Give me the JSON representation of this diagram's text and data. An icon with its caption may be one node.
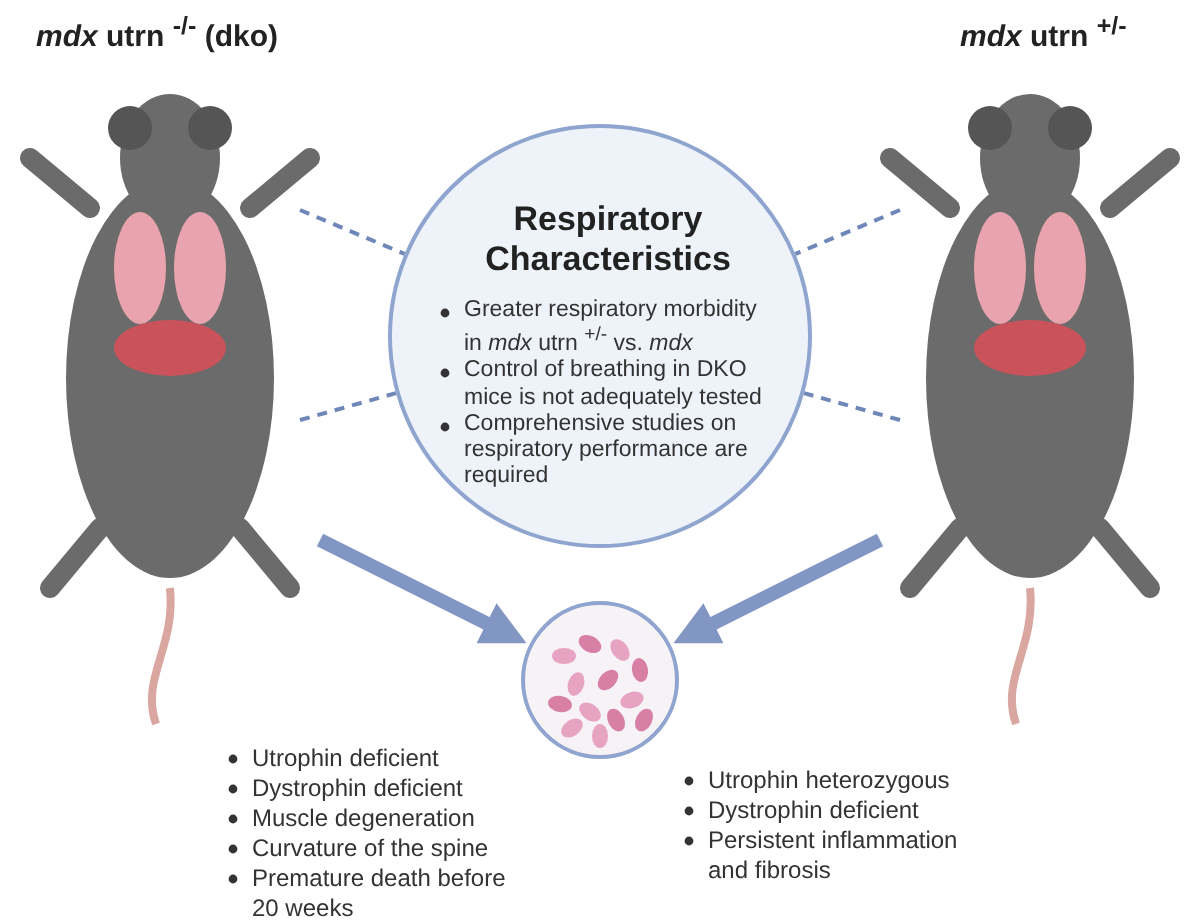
{
  "diagram": {
    "nodes": [
      {
        "text": [
          "*mdx* utrn $^{-/-}$ (dko)"
        ]
      },
      {
        "text": [
          "Respiratory Characteristics",
          "Greater respiratory morbidity in *mdx* utrn $^{+/-}$ vs. *mdx*",
          "Control of breathing in DKO mice is not adequately tested",
          "Comprehensive studies on respiratory performance are required"
        ]
      },
      {
        "text": [
          "*mdx* utrn $^{+/-}$"
        ]
      },
      {
        "text": [],
        "shape": "picture"
      }
    ],
    "edges": [
      {
        "from": 0,
        "to": 1,
        "arrow": "none",
        "style": "dashed"
      },
      {
        "from": 0,
        "to": 1,
        "arrow": "none",
        "style": "dashed"
      },
      {
        "from": 2,
        "to": 1,
        "arrow": "none",
        "style": "dashed"
      },
      {
        "from": 2,
        "to": 1,
        "arrow": "none",
        "style": "dashed"
      },
      {
        "from": 0,
        "to": 3,
        "arrow": "to",
        "style": "thick"
      },
      {
        "from": 2,
        "to": 3,
        "arrow": "to",
        "style": "thick"
      }
    ],
    "labels": [
      "Utrophin deficient",
      "Dystrophin deficient",
      "Muscle degeneration",
      "Curvature of the spine",
      "Premature death before 20 weeks",
      "Utrophin heterozygous",
      "Dystrophin deficient",
      "Persistent inflammation and fibrosis"
    ]
  }
}
